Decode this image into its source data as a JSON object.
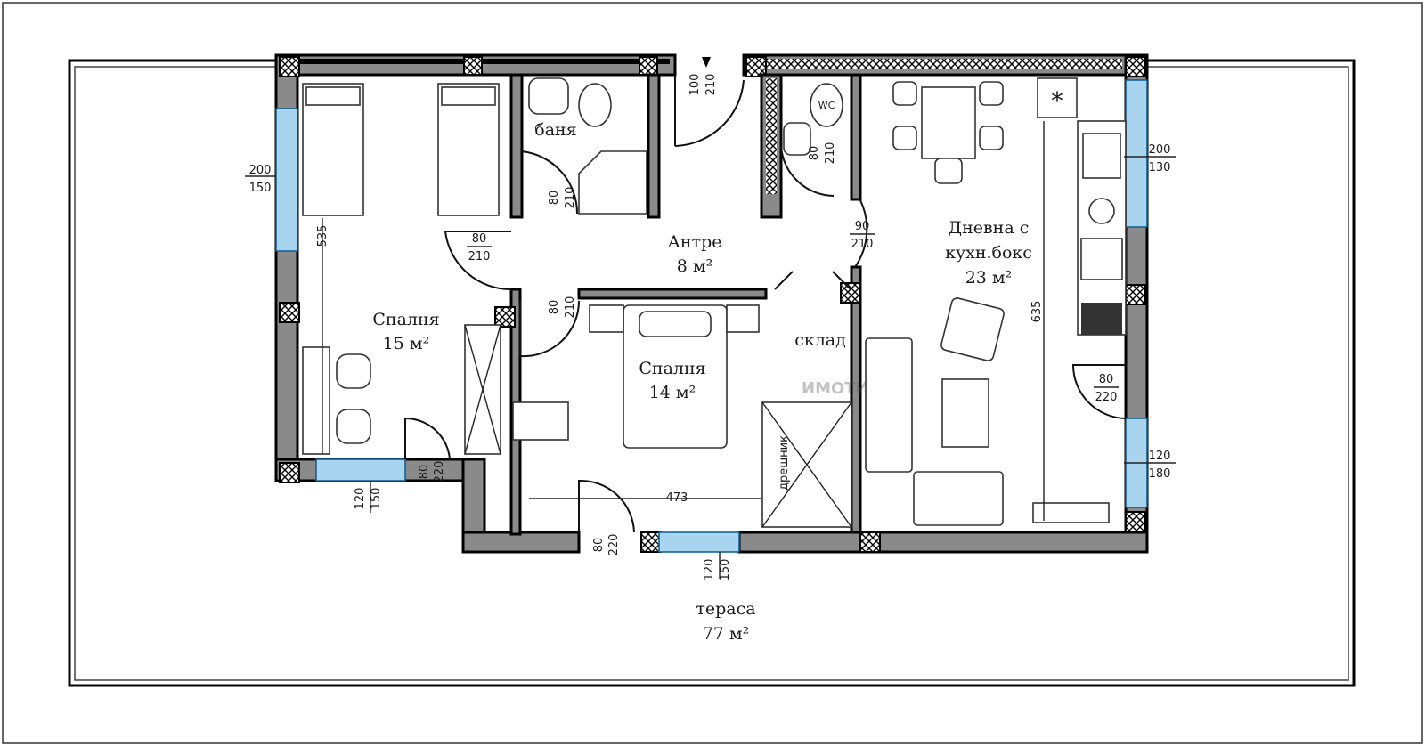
{
  "rooms": {
    "bedroom1": {
      "name": "Спалня",
      "area": "15 м²"
    },
    "bedroom2": {
      "name": "Спалня",
      "area": "14 м²"
    },
    "bathroom": {
      "name": "баня"
    },
    "wc": {
      "name": "WC"
    },
    "hall": {
      "name": "Антре",
      "area": "8 м²"
    },
    "living": {
      "name_line1": "Дневна с",
      "name_line2": "кухн.бокс",
      "area": "23 м²"
    },
    "storage": {
      "name": "склад"
    },
    "wardrobe": {
      "name": "дрешник"
    },
    "terrace": {
      "name": "тераса",
      "area": "77 м²"
    }
  },
  "dimensions": {
    "win_left_w": "200",
    "win_left_h": "150",
    "bed1_depth": "535",
    "door_bed1_w": "80",
    "door_bed1_h": "210",
    "door_bath_w": "80",
    "door_bath_h": "210",
    "entry_w": "100",
    "entry_h": "210",
    "door_wc_w": "80",
    "door_wc_h": "210",
    "door_living_w": "90",
    "door_living_h": "210",
    "win_right1_w": "200",
    "win_right1_h": "130",
    "living_depth": "635",
    "door_terr_right_w": "80",
    "door_terr_right_h": "220",
    "win_right2_w": "120",
    "win_right2_h": "180",
    "door_bed2_w": "80",
    "door_bed2_h": "210",
    "door_terr_left_w": "80",
    "door_terr_left_h": "220",
    "win_bottom_left_w": "120",
    "win_bottom_left_h": "150",
    "bed2_width": "473",
    "door_terr_mid_w": "80",
    "door_terr_mid_h": "220",
    "win_bottom_mid_w": "120",
    "win_bottom_mid_h": "150"
  },
  "watermark": "ИМОТИ",
  "fridge_symbol": "*"
}
